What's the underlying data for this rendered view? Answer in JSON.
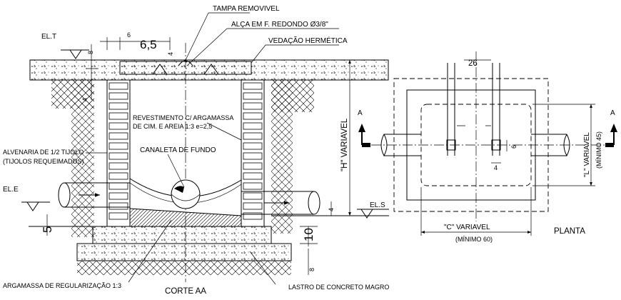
{
  "section": {
    "title": "CORTE AA",
    "labels": {
      "tampa": "TAMPA REMOVIVEL",
      "alca": "ALÇA EM F. REDONDO Ø3/8\"",
      "vedacao": "VEDAÇÃO HERMÉTICA",
      "elt": "EL.T",
      "ele": "EL.E",
      "els": "EL.S",
      "revest_1": "REVESTIMENTO C/ ARGAMASSA",
      "revest_2": "DE CIM. E AREIA 1:3 e=2,5",
      "canaleta": "CANALETA DE FUNDO",
      "alvenaria_1": "ALVENARIA DE 1/2 TIJOLO",
      "alvenaria_2": "(TIJOLOS REQUEIMADOS)",
      "h_var": "\"H\" VARIAVEL",
      "argamassa": "ARGAMASSA DE REGULARIZAÇÃO 1:3",
      "lastro": "LASTRO DE CONCRETO MAGRO"
    },
    "dims": {
      "d6": "6",
      "d65": "6,5",
      "d8a": "8",
      "d4a": "4",
      "d4b": "4",
      "d5": "5",
      "d10": "10",
      "d8b": "8",
      "d4c": "4"
    }
  },
  "plan": {
    "title": "PLANTA",
    "c_var": "\"C\" VARIAVEL",
    "c_min": "(MÍNIMO 60)",
    "l_var": "\"L\" VARIAVEL",
    "l_min": "(MÍNIMO 45)",
    "a_left": "A",
    "a_right": "A",
    "d26": "26",
    "d6": "6",
    "d4": "4"
  },
  "colors": {
    "line": "#000000",
    "background": "#ffffff"
  }
}
